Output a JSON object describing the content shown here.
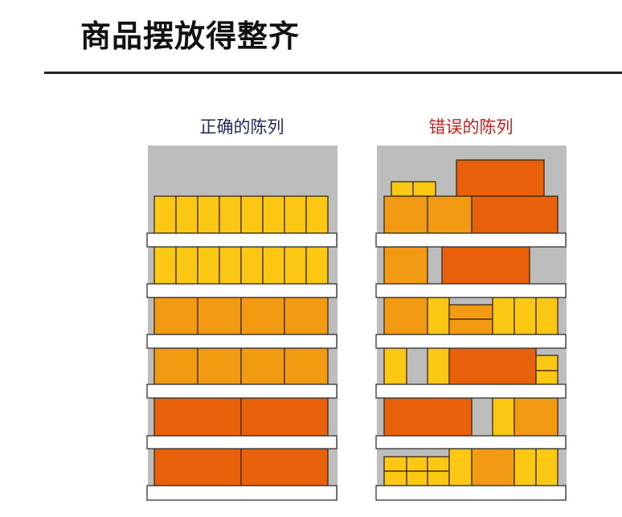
{
  "slide": {
    "title": "商品摆放得整齐",
    "correct_label": "正确的陈列",
    "wrong_label": "错误的陈列"
  },
  "colors": {
    "yellow": "#FCC814",
    "orange": "#F29A12",
    "red": "#E8600A",
    "shelf_back": "#BDBDBD",
    "shelf_board": "#FFFFFF",
    "correct_label": "#1F2A5C",
    "wrong_label": "#C8201A"
  }
}
